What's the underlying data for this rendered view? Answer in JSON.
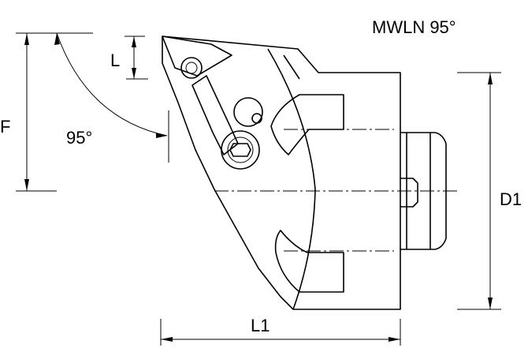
{
  "title": "MWLN 95°",
  "labels": {
    "L": "L",
    "F": "F",
    "angle": "95°",
    "D1": "D1",
    "L1": "L1"
  },
  "colors": {
    "line": "#000000",
    "background": "#ffffff"
  }
}
